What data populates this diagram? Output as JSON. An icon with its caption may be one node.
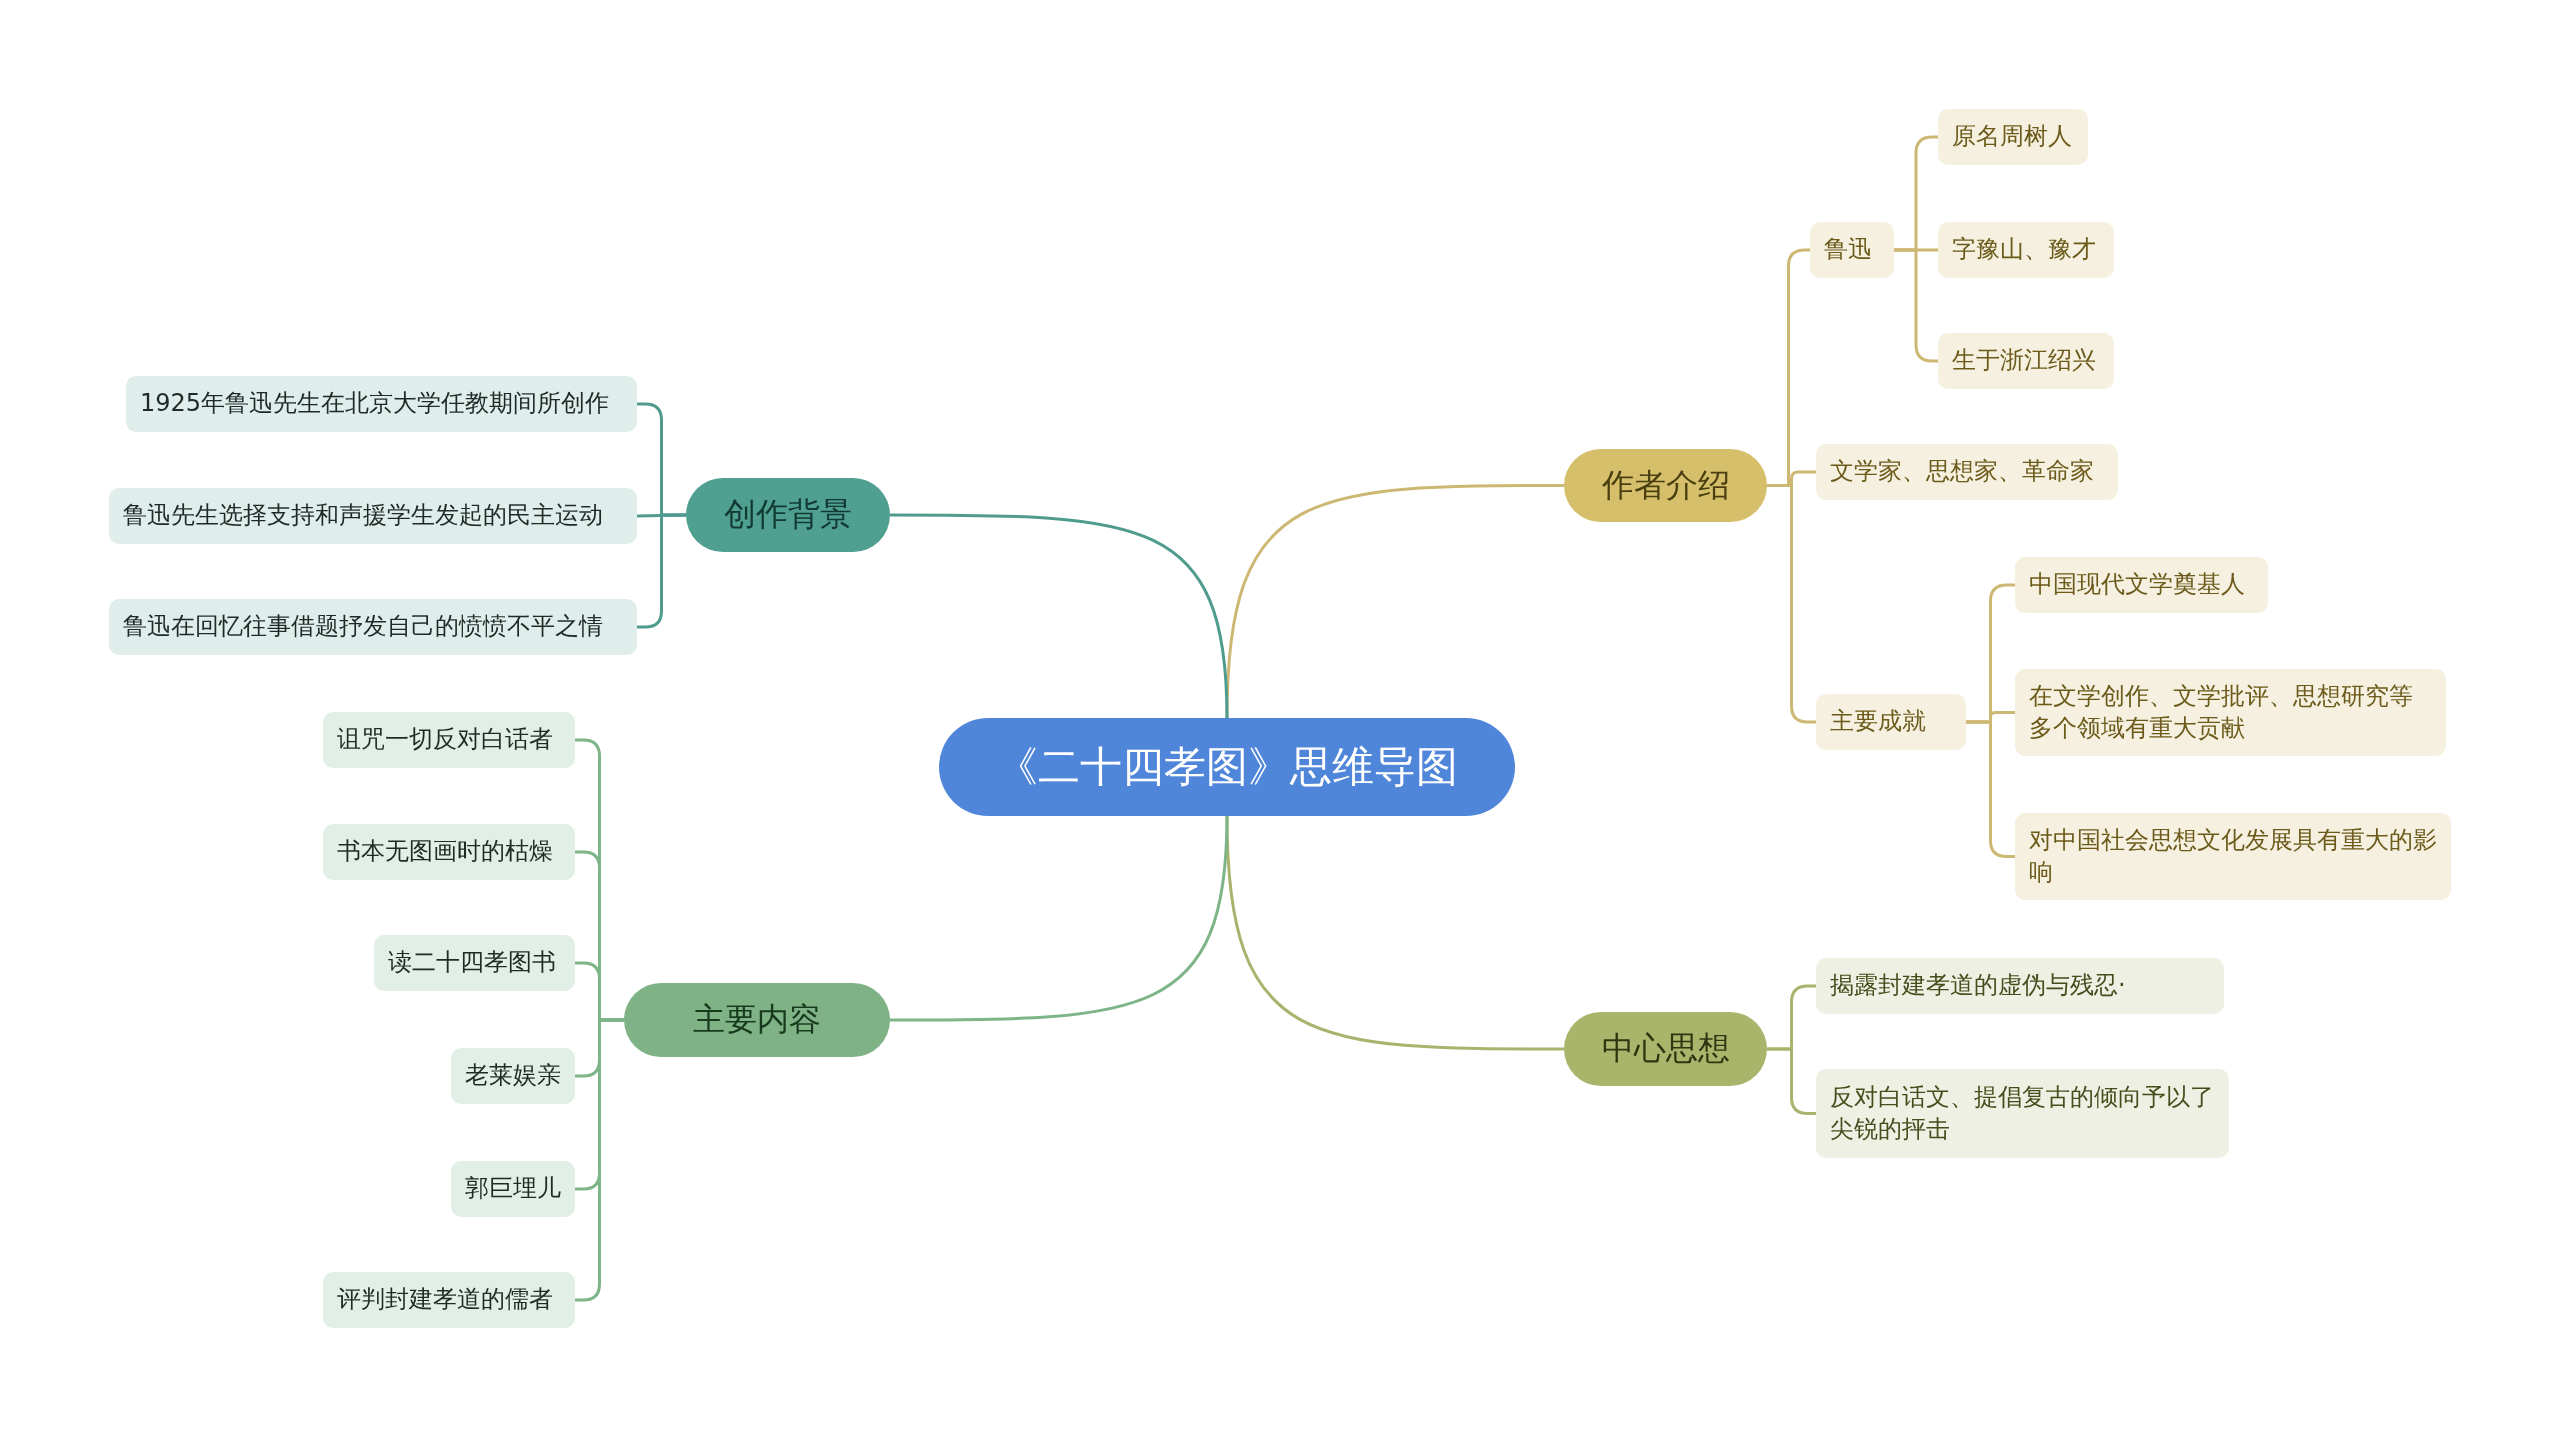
{
  "diagram": {
    "nodes": [
      {
        "text": [
          "《二十四孝图》思维导图"
        ]
      },
      {
        "text": [
          "作者介绍"
        ]
      },
      {
        "text": [
          "鲁迅"
        ]
      },
      {
        "text": [
          "原名周树人"
        ]
      },
      {
        "text": [
          "字豫山、豫才"
        ]
      },
      {
        "text": [
          "生于浙江绍兴"
        ]
      },
      {
        "text": [
          "文学家、思想家、革命家"
        ]
      },
      {
        "text": [
          "主要成就"
        ]
      },
      {
        "text": [
          "中国现代文学奠基人"
        ]
      },
      {
        "text": [
          "在文学创作、文学批评、思想研究等多个领域有重大贡献"
        ]
      },
      {
        "text": [
          "对中国社会思想文化发展具有重大的影响"
        ]
      },
      {
        "text": [
          "中心思想"
        ]
      },
      {
        "text": [
          "揭露封建孝道的虚伪与残忍·"
        ]
      },
      {
        "text": [
          "反对白话文、提倡复古的倾向予以了尖锐的抨击"
        ]
      },
      {
        "text": [
          "创作背景"
        ]
      },
      {
        "text": [
          "1925年鲁迅先生在北京大学任教期间所创作"
        ]
      },
      {
        "text": [
          "鲁迅先生选择支持和声援学生发起的民主运动"
        ]
      },
      {
        "text": [
          "鲁迅在回忆往事借题抒发自己的愤愤不平之情"
        ]
      },
      {
        "text": [
          "主要内容"
        ]
      },
      {
        "text": [
          "诅咒一切反对白话者"
        ]
      },
      {
        "text": [
          "书本无图画时的枯燥"
        ]
      },
      {
        "text": [
          "读二十四孝图书"
        ]
      },
      {
        "text": [
          "老莱娱亲"
        ]
      },
      {
        "text": [
          "郭巨埋儿"
        ]
      },
      {
        "text": [
          "评判封建孝道的儒者"
        ]
      }
    ],
    "edges": [
      {
        "from": 0,
        "to": 1,
        "arrow": "none",
        "color": "#cdb873"
      },
      {
        "from": 1,
        "to": 2,
        "arrow": "none",
        "color": "#cdb873"
      },
      {
        "from": 2,
        "to": 3,
        "arrow": "none",
        "color": "#cdb873"
      },
      {
        "from": 2,
        "to": 4,
        "arrow": "none",
        "color": "#cdb873"
      },
      {
        "from": 2,
        "to": 5,
        "arrow": "none",
        "color": "#cdb873"
      },
      {
        "from": 1,
        "to": 6,
        "arrow": "none",
        "color": "#cdb873"
      },
      {
        "from": 1,
        "to": 7,
        "arrow": "none",
        "color": "#cdb873"
      },
      {
        "from": 7,
        "to": 8,
        "arrow": "none",
        "color": "#cdb873"
      },
      {
        "from": 7,
        "to": 9,
        "arrow": "none",
        "color": "#cdb873"
      },
      {
        "from": 7,
        "to": 10,
        "arrow": "none",
        "color": "#cdb873"
      },
      {
        "from": 0,
        "to": 11,
        "arrow": "none",
        "color": "#a9b36d"
      },
      {
        "from": 11,
        "to": 12,
        "arrow": "none",
        "color": "#a9b36d"
      },
      {
        "from": 11,
        "to": 13,
        "arrow": "none",
        "color": "#a9b36d"
      },
      {
        "from": 0,
        "to": 14,
        "arrow": "none",
        "color": "#4f9c8e"
      },
      {
        "from": 14,
        "to": 15,
        "arrow": "none",
        "color": "#4f9c8e"
      },
      {
        "from": 14,
        "to": 16,
        "arrow": "none",
        "color": "#4f9c8e"
      },
      {
        "from": 14,
        "to": 17,
        "arrow": "none",
        "color": "#4f9c8e"
      },
      {
        "from": 0,
        "to": 18,
        "arrow": "none",
        "color": "#7db488"
      },
      {
        "from": 18,
        "to": 19,
        "arrow": "none",
        "color": "#7db488"
      },
      {
        "from": 18,
        "to": 20,
        "arrow": "none",
        "color": "#7db488"
      },
      {
        "from": 18,
        "to": 21,
        "arrow": "none",
        "color": "#7db488"
      },
      {
        "from": 18,
        "to": 22,
        "arrow": "none",
        "color": "#7db488"
      },
      {
        "from": 18,
        "to": 23,
        "arrow": "none",
        "color": "#7db488"
      },
      {
        "from": 18,
        "to": 24,
        "arrow": "none",
        "color": "#7db488"
      }
    ]
  }
}
